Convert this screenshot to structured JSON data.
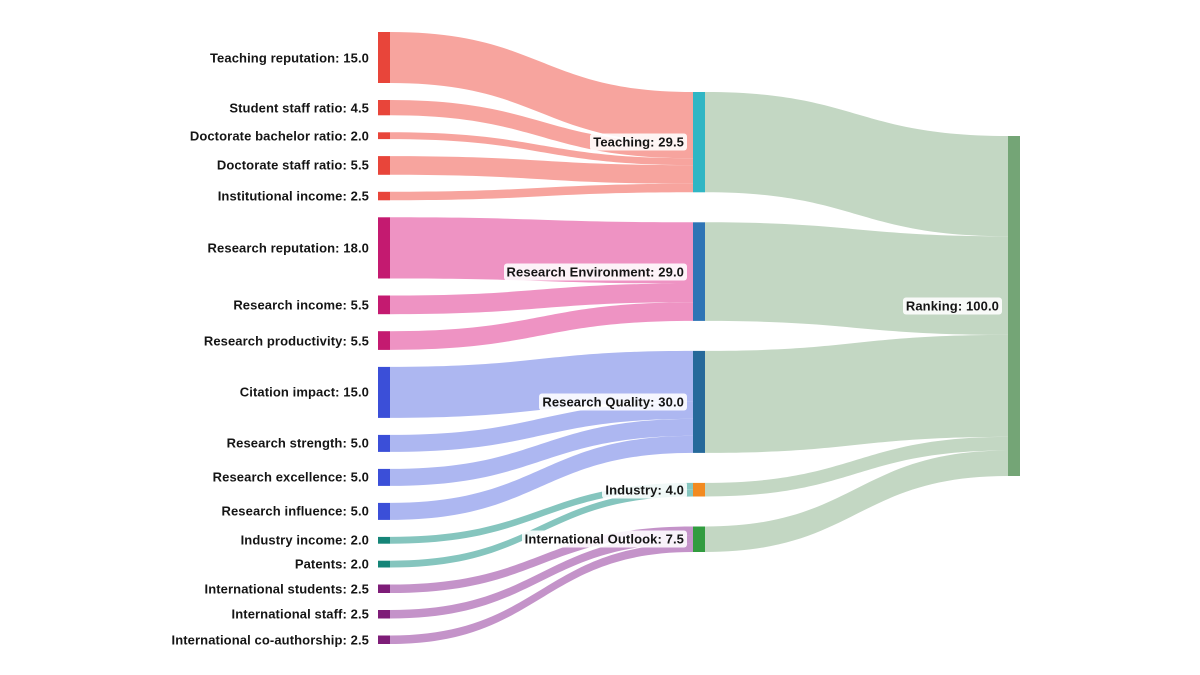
{
  "page": {
    "background": "#ffffff"
  },
  "chart_data": {
    "type": "sankey",
    "title": "",
    "orientation": "horizontal",
    "total": 100.0,
    "value_decimals": 1,
    "label_format": "{label}: {value}",
    "nodes": [
      {
        "id": "teaching_reputation",
        "label": "Teaching reputation",
        "value": 15.0,
        "column": 0,
        "color": "#e8453a"
      },
      {
        "id": "student_staff_ratio",
        "label": "Student staff ratio",
        "value": 4.5,
        "column": 0,
        "color": "#e8453a"
      },
      {
        "id": "doctorate_bachelor_ratio",
        "label": "Doctorate bachelor ratio",
        "value": 2.0,
        "column": 0,
        "color": "#e8453a"
      },
      {
        "id": "doctorate_staff_ratio",
        "label": "Doctorate staff ratio",
        "value": 5.5,
        "column": 0,
        "color": "#e8453a"
      },
      {
        "id": "institutional_income",
        "label": "Institutional income",
        "value": 2.5,
        "column": 0,
        "color": "#e8453a"
      },
      {
        "id": "research_reputation",
        "label": "Research reputation",
        "value": 18.0,
        "column": 0,
        "color": "#c41a70"
      },
      {
        "id": "research_income",
        "label": "Research income",
        "value": 5.5,
        "column": 0,
        "color": "#c41a70"
      },
      {
        "id": "research_productivity",
        "label": "Research productivity",
        "value": 5.5,
        "column": 0,
        "color": "#c41a70"
      },
      {
        "id": "citation_impact",
        "label": "Citation impact",
        "value": 15.0,
        "column": 0,
        "color": "#3b4fd8"
      },
      {
        "id": "research_strength",
        "label": "Research strength",
        "value": 5.0,
        "column": 0,
        "color": "#3b4fd8"
      },
      {
        "id": "research_excellence",
        "label": "Research excellence",
        "value": 5.0,
        "column": 0,
        "color": "#3b4fd8"
      },
      {
        "id": "research_influence",
        "label": "Research influence",
        "value": 5.0,
        "column": 0,
        "color": "#3b4fd8"
      },
      {
        "id": "industry_income",
        "label": "Industry income",
        "value": 2.0,
        "column": 0,
        "color": "#158578"
      },
      {
        "id": "patents",
        "label": "Patents",
        "value": 2.0,
        "column": 0,
        "color": "#158578"
      },
      {
        "id": "international_students",
        "label": "International students",
        "value": 2.5,
        "column": 0,
        "color": "#7e1d78"
      },
      {
        "id": "international_staff",
        "label": "International staff",
        "value": 2.5,
        "column": 0,
        "color": "#7e1d78"
      },
      {
        "id": "international_coauthorship",
        "label": "International co-authorship",
        "value": 2.5,
        "column": 0,
        "color": "#7e1d78"
      },
      {
        "id": "teaching",
        "label": "Teaching",
        "value": 29.5,
        "column": 1,
        "color": "#30b6c4"
      },
      {
        "id": "research_environment",
        "label": "Research Environment",
        "value": 29.0,
        "column": 1,
        "color": "#2e74b5"
      },
      {
        "id": "research_quality",
        "label": "Research Quality",
        "value": 30.0,
        "column": 1,
        "color": "#26699a"
      },
      {
        "id": "industry",
        "label": "Industry",
        "value": 4.0,
        "column": 1,
        "color": "#f28a20"
      },
      {
        "id": "international_outlook",
        "label": "International Outlook",
        "value": 7.5,
        "column": 1,
        "color": "#319c3f"
      },
      {
        "id": "ranking",
        "label": "Ranking",
        "value": 100.0,
        "column": 2,
        "color": "#74a576"
      }
    ],
    "links": [
      {
        "source": "teaching_reputation",
        "target": "teaching",
        "value": 15.0,
        "color": "#f7a49e"
      },
      {
        "source": "student_staff_ratio",
        "target": "teaching",
        "value": 4.5,
        "color": "#f7a49e"
      },
      {
        "source": "doctorate_bachelor_ratio",
        "target": "teaching",
        "value": 2.0,
        "color": "#f7a49e"
      },
      {
        "source": "doctorate_staff_ratio",
        "target": "teaching",
        "value": 5.5,
        "color": "#f7a49e"
      },
      {
        "source": "institutional_income",
        "target": "teaching",
        "value": 2.5,
        "color": "#f7a49e"
      },
      {
        "source": "research_reputation",
        "target": "research_environment",
        "value": 18.0,
        "color": "#ee93c3"
      },
      {
        "source": "research_income",
        "target": "research_environment",
        "value": 5.5,
        "color": "#ee93c3"
      },
      {
        "source": "research_productivity",
        "target": "research_environment",
        "value": 5.5,
        "color": "#ee93c3"
      },
      {
        "source": "citation_impact",
        "target": "research_quality",
        "value": 15.0,
        "color": "#adb7f1"
      },
      {
        "source": "research_strength",
        "target": "research_quality",
        "value": 5.0,
        "color": "#adb7f1"
      },
      {
        "source": "research_excellence",
        "target": "research_quality",
        "value": 5.0,
        "color": "#adb7f1"
      },
      {
        "source": "research_influence",
        "target": "research_quality",
        "value": 5.0,
        "color": "#adb7f1"
      },
      {
        "source": "industry_income",
        "target": "industry",
        "value": 2.0,
        "color": "#85c5be"
      },
      {
        "source": "patents",
        "target": "industry",
        "value": 2.0,
        "color": "#85c5be"
      },
      {
        "source": "international_students",
        "target": "international_outlook",
        "value": 2.5,
        "color": "#c493c9"
      },
      {
        "source": "international_staff",
        "target": "international_outlook",
        "value": 2.5,
        "color": "#c493c9"
      },
      {
        "source": "international_coauthorship",
        "target": "international_outlook",
        "value": 2.5,
        "color": "#c493c9"
      },
      {
        "source": "teaching",
        "target": "ranking",
        "value": 29.5,
        "color": "#c3d7c3"
      },
      {
        "source": "research_environment",
        "target": "ranking",
        "value": 29.0,
        "color": "#c3d7c3"
      },
      {
        "source": "research_quality",
        "target": "ranking",
        "value": 30.0,
        "color": "#c3d7c3"
      },
      {
        "source": "industry",
        "target": "ranking",
        "value": 4.0,
        "color": "#c3d7c3"
      },
      {
        "source": "international_outlook",
        "target": "ranking",
        "value": 7.5,
        "color": "#c3d7c3"
      }
    ]
  }
}
